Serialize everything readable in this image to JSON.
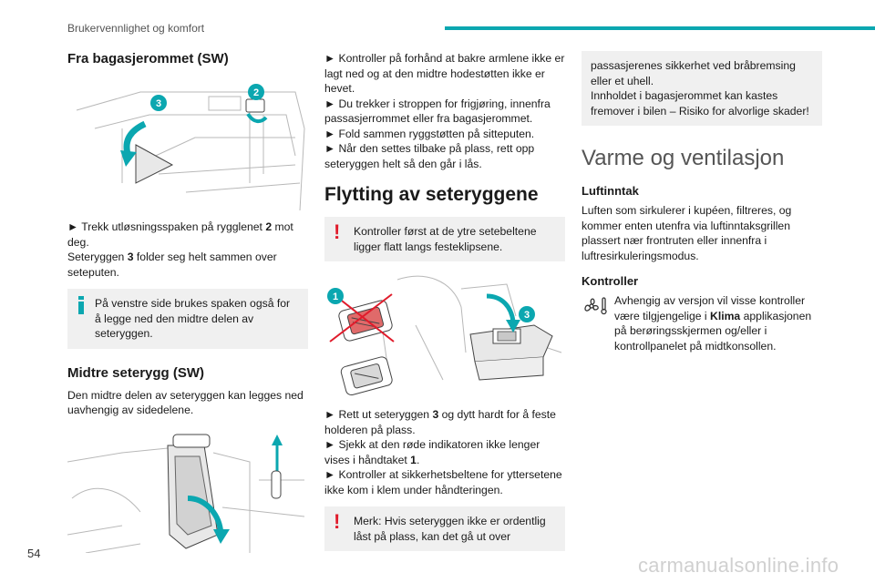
{
  "header": {
    "section_title": "Brukervennlighet og komfort"
  },
  "page_number": "54",
  "watermark": "carmanualsonline.info",
  "col1": {
    "heading1": "Fra bagasjerommet (SW)",
    "para1_a": "► Trekk utløsningsspaken på rygglenet ",
    "para1_b": "2",
    "para1_c": " mot deg.",
    "para2_a": "Seteryggen ",
    "para2_b": "3",
    "para2_c": " folder seg helt sammen over seteputen.",
    "info_text": "På venstre side brukes spaken også for å legge ned den midtre delen av seteryggen.",
    "heading2": "Midtre seterygg (SW)",
    "para3": "Den midtre delen av seteryggen kan legges ned uavhengig av sidedelene.",
    "fig1_badge_2": "2",
    "fig1_badge_3": "3"
  },
  "col2": {
    "line1": "► Kontroller på forhånd at bakre armlene ikke er lagt ned og at den midtre hodestøtten ikke er hevet.",
    "line2": "► Du trekker i stroppen for frigjøring, innenfra passasjerrommet eller fra bagasjerommet.",
    "line3": "► Fold sammen ryggstøtten på sitteputen.",
    "line4": "► Når den settes tilbake på plass, rett opp seteryggen helt så den går i lås.",
    "heading": "Flytting av seteryggene",
    "warn1": "Kontroller først at de ytre setebeltene ligger flatt langs festeklipsene.",
    "fig_badge_1": "1",
    "fig_badge_3": "3",
    "para_a1": "► Rett ut seteryggen ",
    "para_a2": "3",
    "para_a3": " og dytt hardt for å feste holderen på plass.",
    "para_b1": "► Sjekk at den røde indikatoren ikke lenger vises i håndtaket ",
    "para_b2": "1",
    "para_b3": ".",
    "para_c": "► Kontroller at sikkerhetsbeltene for yttersetene ikke kom i klem under håndteringen.",
    "warn2": "Merk: Hvis seteryggen ikke er ordentlig låst på plass, kan det gå ut over"
  },
  "col3": {
    "box_line1": "passasjerenes sikkerhet ved bråbremsing eller et uhell.",
    "box_line2": "Innholdet i bagasjerommet kan kastes fremover i bilen – Risiko for alvorlige skader!",
    "heading": "Varme og ventilasjon",
    "sub1": "Luftinntak",
    "para1": "Luften som sirkulerer i kupéen, filtreres, og kommer enten utenfra via luftinntaksgrillen plassert nær frontruten eller innenfra i luftresirkuleringsmodus.",
    "sub2": "Kontroller",
    "para2_a": "Avhengig av versjon vil visse kontroller være tilgjengelige i ",
    "para2_b": "Klima",
    "para2_c": " applikasjonen på berøringsskjermen og/eller i kontrollpanelet på midtkonsollen."
  },
  "colors": {
    "accent": "#0ba7b0",
    "warning": "#e01b2b",
    "box_bg": "#f0f0f0"
  }
}
